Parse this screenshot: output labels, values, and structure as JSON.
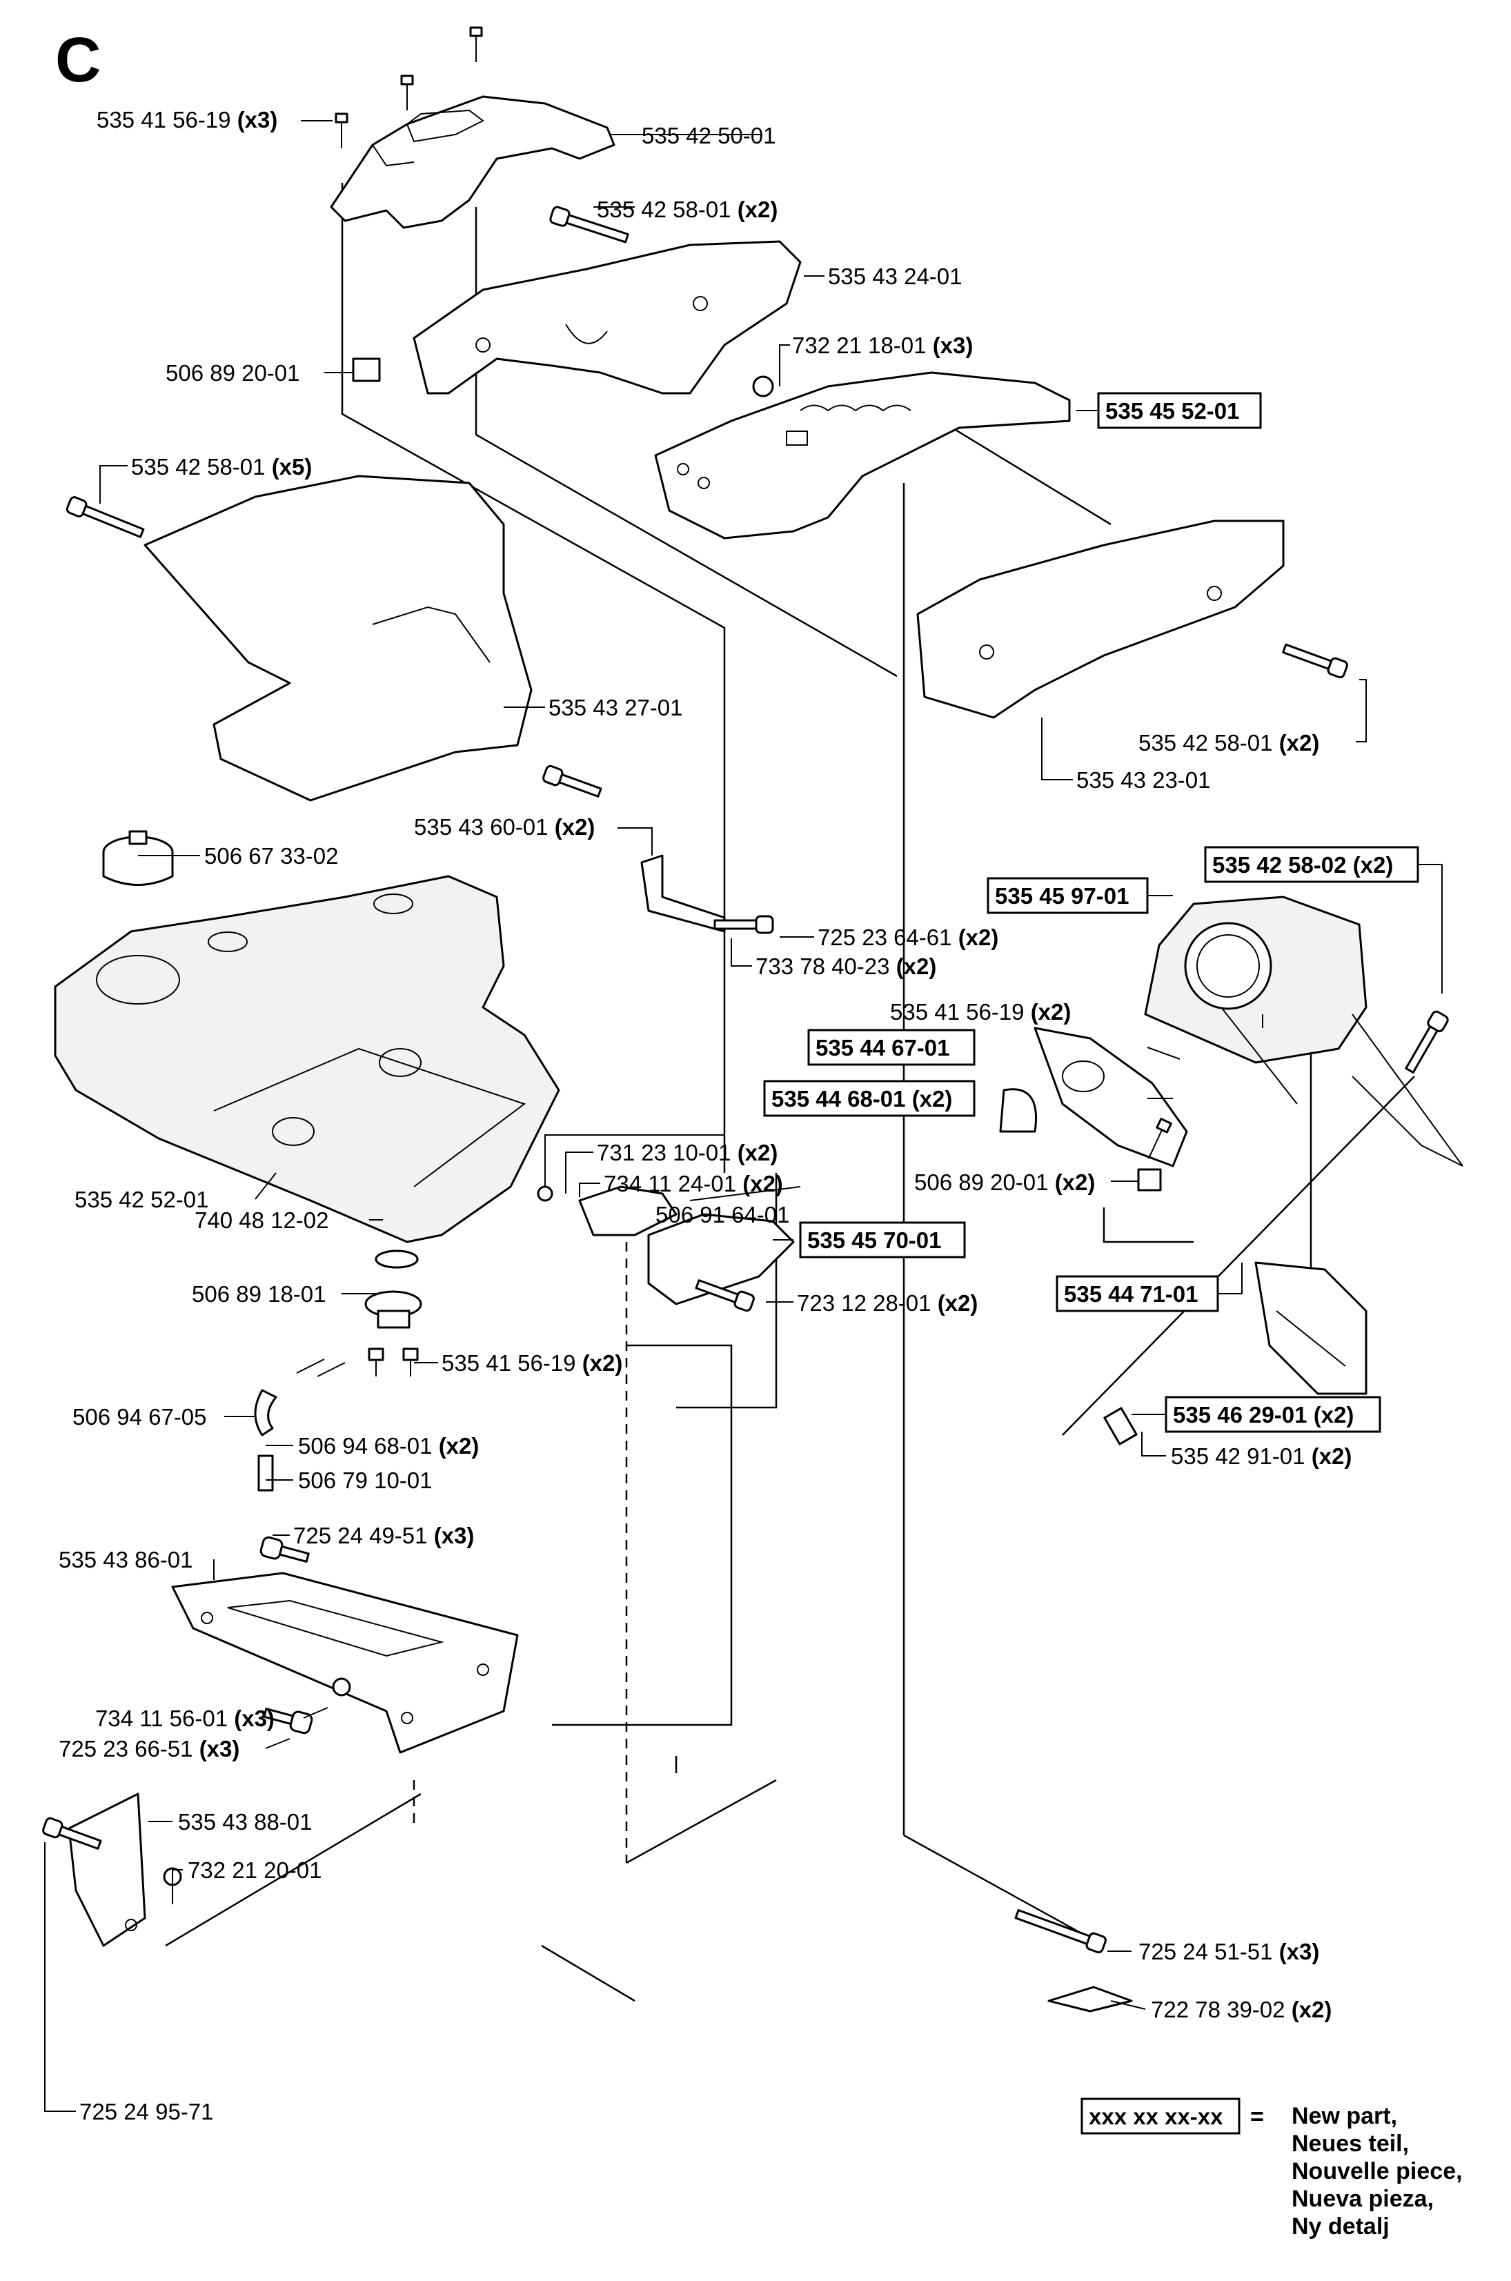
{
  "section_letter": "C",
  "labels": {
    "p_535415619_a": {
      "num": "535 41 56-19",
      "qty": "(x3)"
    },
    "p_535425001": {
      "num": "535 42 50-01",
      "qty": ""
    },
    "p_535425801_a": {
      "num": "535 42 58-01",
      "qty": "(x2)"
    },
    "p_535432401": {
      "num": "535 43 24-01",
      "qty": ""
    },
    "p_506892001_a": {
      "num": "506 89 20-01",
      "qty": ""
    },
    "p_732211801": {
      "num": "732 21 18-01",
      "qty": "(x3)"
    },
    "p_535425801_b": {
      "num": "535 42 58-01",
      "qty": "(x5)"
    },
    "p_535432701": {
      "num": "535 43 27-01",
      "qty": ""
    },
    "p_535425801_c": {
      "num": "535 42 58-01",
      "qty": "(x2)"
    },
    "p_535432301": {
      "num": "535 43 23-01",
      "qty": ""
    },
    "p_535436001": {
      "num": "535 43 60-01",
      "qty": "(x2)"
    },
    "p_506673302": {
      "num": "506 67 33-02",
      "qty": ""
    },
    "p_725236461": {
      "num": "725 23 64-61",
      "qty": "(x2)"
    },
    "p_733784023": {
      "num": "733 78 40-23",
      "qty": "(x2)"
    },
    "p_535415619_b": {
      "num": "535 41 56-19",
      "qty": "(x2)"
    },
    "p_506892001_b": {
      "num": "506 89 20-01",
      "qty": "(x2)"
    },
    "p_731231001": {
      "num": "731 23 10-01",
      "qty": "(x2)"
    },
    "p_734112401": {
      "num": "734 11 24-01",
      "qty": "(x2)"
    },
    "p_506916401": {
      "num": "506 91 64-01",
      "qty": ""
    },
    "p_535425201": {
      "num": "535 42 52-01",
      "qty": ""
    },
    "p_740481202": {
      "num": "740 48 12-02",
      "qty": ""
    },
    "p_506891801": {
      "num": "506 89 18-01",
      "qty": ""
    },
    "p_723122801": {
      "num": "723 12 28-01",
      "qty": "(x2)"
    },
    "p_535415619_c": {
      "num": "535 41 56-19",
      "qty": "(x2)"
    },
    "p_506946705": {
      "num": "506 94 67-05",
      "qty": ""
    },
    "p_506946801": {
      "num": "506 94 68-01",
      "qty": "(x2)"
    },
    "p_506791001": {
      "num": "506 79 10-01",
      "qty": ""
    },
    "p_535429101": {
      "num": "535 42 91-01",
      "qty": "(x2)"
    },
    "p_535438601": {
      "num": "535 43 86-01",
      "qty": ""
    },
    "p_725244951": {
      "num": "725 24 49-51",
      "qty": "(x3)"
    },
    "p_734115601": {
      "num": "734 11 56-01",
      "qty": "(x3)"
    },
    "p_725236651": {
      "num": "725 23 66-51",
      "qty": "(x3)"
    },
    "p_535438801": {
      "num": "535 43 88-01",
      "qty": ""
    },
    "p_732212001": {
      "num": "732 21 20-01",
      "qty": ""
    },
    "p_725245151": {
      "num": "725 24 51-51",
      "qty": "(x3)"
    },
    "p_722783902": {
      "num": "722 78 39-02",
      "qty": "(x2)"
    },
    "p_725249571": {
      "num": "725 24 95-71",
      "qty": ""
    }
  },
  "boxed_labels": {
    "b_535455201": {
      "num": "535 45 52-01",
      "qty": ""
    },
    "b_535425802": {
      "num": "535 42 58-02",
      "qty": "(x2)"
    },
    "b_535459701": {
      "num": "535 45 97-01",
      "qty": ""
    },
    "b_535446701": {
      "num": "535 44 67-01",
      "qty": ""
    },
    "b_535446801": {
      "num": "535 44 68-01",
      "qty": "(x2)"
    },
    "b_535457001": {
      "num": "535 45 70-01",
      "qty": ""
    },
    "b_535447101": {
      "num": "535 44 71-01",
      "qty": ""
    },
    "b_535462901": {
      "num": "535 46 29-01",
      "qty": "(x2)"
    }
  },
  "legend": {
    "box_text": "xxx xx xx-xx",
    "equals": "=",
    "lines": [
      "New part,",
      "Neues teil,",
      "Nouvelle piece,",
      "Nueva pieza,",
      "Ny detalj"
    ]
  }
}
